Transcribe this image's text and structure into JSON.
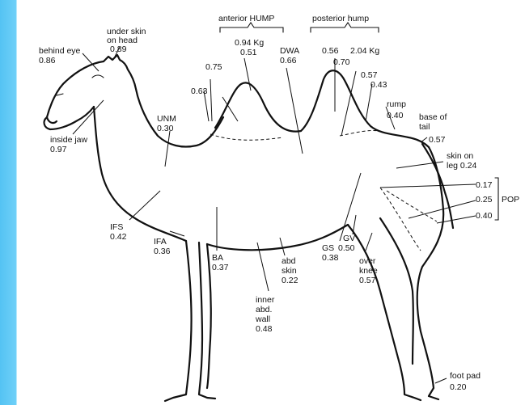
{
  "labels": {
    "behind_eye": [
      "behind eye",
      "0.86"
    ],
    "under_skin_head": [
      "under skin",
      "on head",
      "0.89"
    ],
    "inside_jaw": [
      "inside jaw",
      "0.97"
    ],
    "unm": [
      "UNM",
      "0.30"
    ],
    "anterior_hump": "anterior HUMP",
    "posterior_hump": "posterior hump",
    "ant_hump_vals": [
      "0.94 Kg",
      "0.51"
    ],
    "v075": "0.75",
    "v063": "0.63",
    "dwa": [
      "DWA",
      "0.66"
    ],
    "post_hump_vals": [
      "0.56",
      "2.04 Kg",
      "0.70"
    ],
    "v057a": "0.57",
    "v043": "0.43",
    "rump": [
      "rump",
      "0.40"
    ],
    "base_tail": [
      "base of",
      "tail",
      "0.57"
    ],
    "skin_leg": [
      "skin on",
      "leg 0.24"
    ],
    "pop": [
      "0.17",
      "0.25",
      "0.40",
      "POP"
    ],
    "ifs": [
      "IFS",
      "0.42"
    ],
    "ifa": [
      "IFA",
      "0.36"
    ],
    "ba": [
      "BA",
      "0.37"
    ],
    "abd_skin": [
      "abd",
      "skin",
      "0.22"
    ],
    "inner_abd": [
      "inner",
      "abd.",
      "wall",
      "0.48"
    ],
    "gs": [
      "GS",
      "0.38"
    ],
    "gv": [
      "GV",
      "0.50"
    ],
    "over_knee": [
      "over",
      "knee",
      "0.57"
    ],
    "foot_pad": [
      "foot pad",
      "0.20"
    ]
  }
}
